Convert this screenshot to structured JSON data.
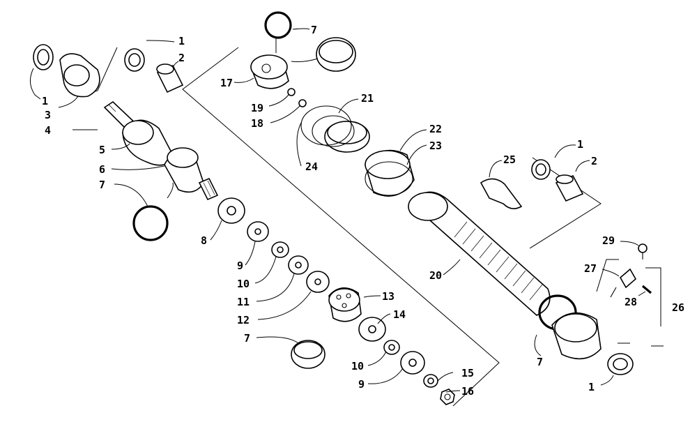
{
  "diagram": {
    "labels": {
      "p1a": "1",
      "p1b": "1",
      "p1c": "1",
      "p1d": "1",
      "p2a": "2",
      "p2b": "2",
      "p3": "3",
      "p4": "4",
      "p5": "5",
      "p6": "6",
      "p7a": "7",
      "p7b": "7",
      "p7c": "7",
      "p7d": "7",
      "p8": "8",
      "p9a": "9",
      "p9b": "9",
      "p10a": "10",
      "p10b": "10",
      "p11": "11",
      "p12": "12",
      "p13": "13",
      "p14": "14",
      "p15": "15",
      "p16": "16",
      "p17": "17",
      "p18": "18",
      "p19": "19",
      "p20": "20",
      "p21": "21",
      "p22": "22",
      "p23": "23",
      "p24": "24",
      "p25": "25",
      "p26": "26",
      "p27": "27",
      "p28": "28",
      "p29": "29"
    }
  }
}
